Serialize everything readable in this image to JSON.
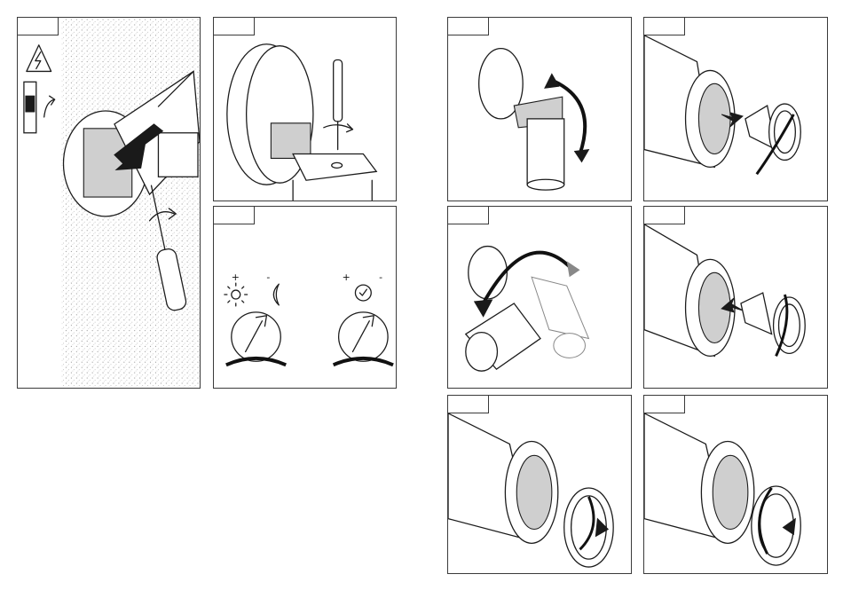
{
  "figure": {
    "panels": [
      {
        "id": "p1",
        "step": "power-off-open-housing"
      },
      {
        "id": "p2",
        "step": "screw-bracket"
      },
      {
        "id": "p3",
        "step": "set-dials"
      },
      {
        "id": "p4",
        "step": "tilt-head"
      },
      {
        "id": "p5",
        "step": "remove-lamp"
      },
      {
        "id": "p6",
        "step": "rotate-head"
      },
      {
        "id": "p7",
        "step": "insert-lamp"
      },
      {
        "id": "p8",
        "step": "unscrew-ring"
      },
      {
        "id": "p9",
        "step": "screw-ring"
      }
    ],
    "dial_light": {
      "plus": "+",
      "minus": "-",
      "icons": [
        "sun-icon",
        "moon-icon"
      ]
    },
    "dial_time": {
      "plus": "+",
      "minus": "-",
      "icons": [
        "clock-icon"
      ]
    },
    "colors": {
      "line": "#1c1c1c",
      "frame": "#3a3a3a",
      "arrow": "#1a1a1a",
      "stipple": "#d8d8d8"
    }
  }
}
